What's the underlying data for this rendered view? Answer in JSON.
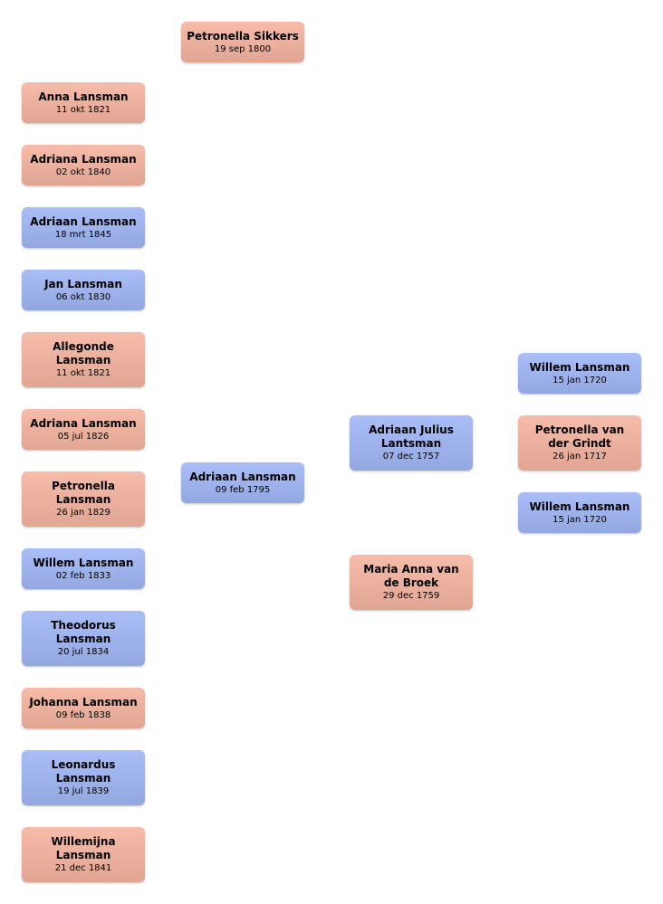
{
  "people": {
    "petronella_sikkers": {
      "name": "Petronella Sikkers",
      "date": "19 sep 1800",
      "sex": "female"
    },
    "anna": {
      "name": "Anna Lansman",
      "date": "11 okt 1821",
      "sex": "female"
    },
    "adriana_1840": {
      "name": "Adriana Lansman",
      "date": "02 okt 1840",
      "sex": "female"
    },
    "adriaan_1845": {
      "name": "Adriaan Lansman",
      "date": "18 mrt 1845",
      "sex": "male"
    },
    "jan": {
      "name": "Jan Lansman",
      "date": "06 okt 1830",
      "sex": "male"
    },
    "allegonde": {
      "name": "Allegonde Lansman",
      "date": "11 okt 1821",
      "sex": "female"
    },
    "adriana_1826": {
      "name": "Adriana Lansman",
      "date": "05 jul 1826",
      "sex": "female"
    },
    "petronella_1829": {
      "name": "Petronella Lansman",
      "date": "26 jan 1829",
      "sex": "female"
    },
    "willem_1833": {
      "name": "Willem Lansman",
      "date": "02 feb 1833",
      "sex": "male"
    },
    "theodorus": {
      "name": "Theodorus Lansman",
      "date": "20 jul 1834",
      "sex": "male"
    },
    "johanna": {
      "name": "Johanna Lansman",
      "date": "09 feb 1838",
      "sex": "female"
    },
    "leonardus": {
      "name": "Leonardus Lansman",
      "date": "19 jul 1839",
      "sex": "male"
    },
    "willemijna": {
      "name": "Willemijna Lansman",
      "date": "21 dec 1841",
      "sex": "female"
    },
    "adriaan_1795": {
      "name": "Adriaan Lansman",
      "date": "09 feb 1795",
      "sex": "male"
    },
    "adriaan_julius": {
      "name": "Adriaan Julius Lantsman",
      "date": "07 dec 1757",
      "sex": "male"
    },
    "maria_anna": {
      "name": "Maria Anna van de Broek",
      "date": "29 dec 1759",
      "sex": "female"
    },
    "willem_a": {
      "name": "Willem Lansman",
      "date": "15 jan 1720",
      "sex": "male"
    },
    "petronella_grindt": {
      "name": "Petronella van der Grindt",
      "date": "26 jan 1717",
      "sex": "female"
    },
    "willem_b": {
      "name": "Willem Lansman",
      "date": "15 jan 1720",
      "sex": "male"
    }
  },
  "colors": {
    "female": "#f2b4a0",
    "male": "#a3b7f0"
  }
}
